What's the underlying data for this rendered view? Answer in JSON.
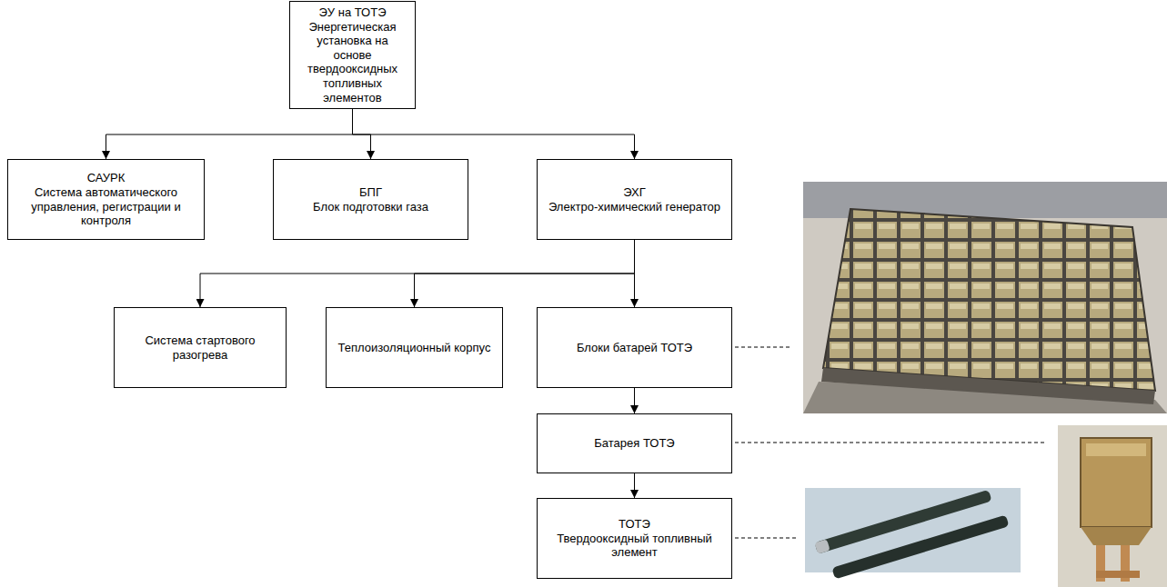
{
  "diagram": {
    "nodes": [
      {
        "text": [
          "ЭУ на ТОТЭ",
          "Энергетическая установка на основе твердооксидных топливных элементов"
        ]
      },
      {
        "text": [
          "САУРК",
          "Система автоматического управления, регистрации и контроля"
        ]
      },
      {
        "text": [
          "БПГ",
          "Блок подготовки газа"
        ]
      },
      {
        "text": [
          "ЭХГ",
          "Электро-химический генератор"
        ]
      },
      {
        "text": [
          "Система стартового разогрева"
        ]
      },
      {
        "text": [
          "Теплоизоляционный корпус"
        ]
      },
      {
        "text": [
          "Блоки батарей ТОТЭ"
        ]
      },
      {
        "text": [
          "Батарея ТОТЭ"
        ]
      },
      {
        "text": [
          "ТОТЭ",
          "Твердооксидный топливный элемент"
        ]
      }
    ],
    "edges": [
      {
        "from": 0,
        "to": 1,
        "arrow": "to"
      },
      {
        "from": 0,
        "to": 2,
        "arrow": "to"
      },
      {
        "from": 0,
        "to": 3,
        "arrow": "to"
      },
      {
        "from": 3,
        "to": 4,
        "arrow": "to"
      },
      {
        "from": 3,
        "to": 5,
        "arrow": "to"
      },
      {
        "from": 3,
        "to": 6,
        "arrow": "to"
      },
      {
        "from": 6,
        "to": 7,
        "arrow": "to"
      },
      {
        "from": 7,
        "to": 8,
        "arrow": "to"
      }
    ]
  }
}
